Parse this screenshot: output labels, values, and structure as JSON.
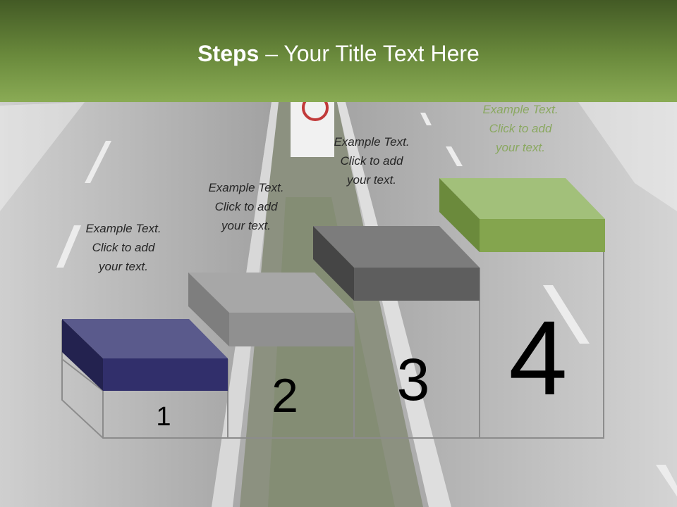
{
  "slide": {
    "title_bold": "Steps",
    "title_rest": " – Your Title Text Here"
  },
  "steps": [
    {
      "number": "1",
      "caption": [
        "Example Text.",
        "Click  to add",
        "your text."
      ]
    },
    {
      "number": "2",
      "caption": [
        "Example Text.",
        "Click  to add",
        "your text."
      ]
    },
    {
      "number": "3",
      "caption": [
        "Example Text.",
        "Click  to add",
        "your text."
      ]
    },
    {
      "number": "4",
      "caption": [
        "Example Text.",
        "Click  to add",
        "your text."
      ]
    }
  ],
  "colors": {
    "title_bar": "#6a8a3c",
    "step1": "#2e2c5c",
    "step2": "#8a8a8a",
    "step3": "#5a5a5a",
    "step4": "#7f9f48"
  }
}
